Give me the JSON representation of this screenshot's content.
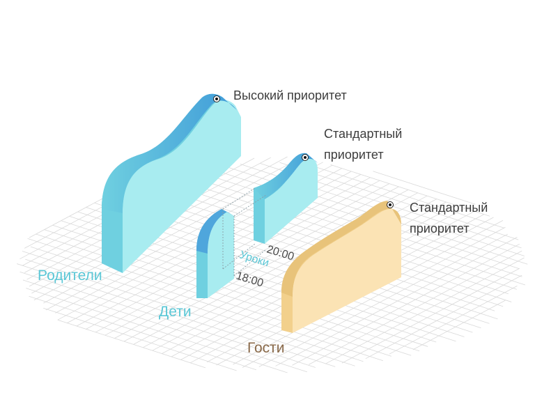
{
  "rows": {
    "parents": {
      "label": "Родители",
      "priority": "Высокий приоритет",
      "color": "#5bc7d6"
    },
    "kids": {
      "label": "Дети",
      "priority_line1": "Стандартный",
      "priority_line2": "приоритет",
      "color": "#5bc7d6"
    },
    "guests": {
      "label": "Гости",
      "priority_line1": "Стандартный",
      "priority_line2": "приоритет",
      "color": "#8a6a4a"
    }
  },
  "lessons": {
    "label": "Уроки",
    "start": "18:00",
    "end": "20:00"
  },
  "colors": {
    "cyan_front": "#a8ecf0",
    "cyan_side": "#6fd0e0",
    "cyan_top": "#4fa6dc",
    "sand_front": "#fbe3b4",
    "sand_side": "#f2d08c",
    "sand_top": "#e8c37a",
    "grid": "#d9d9d9"
  }
}
